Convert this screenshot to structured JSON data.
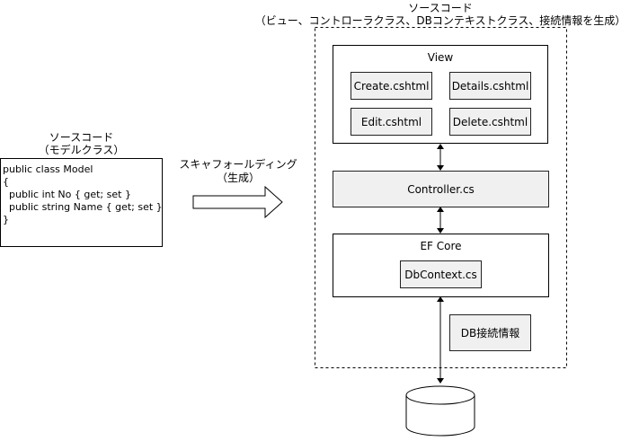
{
  "header": {
    "source_title": "ソースコード",
    "source_subtitle": "（ビュー、コントローラクラス、DBコンテキストクラス、接続情報を生成）"
  },
  "model": {
    "title": "ソースコード",
    "subtitle": "（モデルクラス）",
    "code_lines": [
      "public class Model",
      "{",
      "  public int No { get; set }",
      "  public string Name { get; set }",
      "}"
    ]
  },
  "scaffold": {
    "label": "スキャフォールディング",
    "sub": "（生成）"
  },
  "view": {
    "title": "View",
    "files": [
      "Create.cshtml",
      "Details.cshtml",
      "Edit.cshtml",
      "Delete.cshtml"
    ]
  },
  "controller": {
    "label": "Controller.cs"
  },
  "efcore": {
    "title": "EF Core",
    "dbcontext": "DbContext.cs"
  },
  "connection": {
    "label": "DB接続情報"
  },
  "database": {
    "icon": "database-cylinder-icon"
  },
  "colors": {
    "file_fill": "#f0f0f0",
    "stroke": "#000000"
  }
}
